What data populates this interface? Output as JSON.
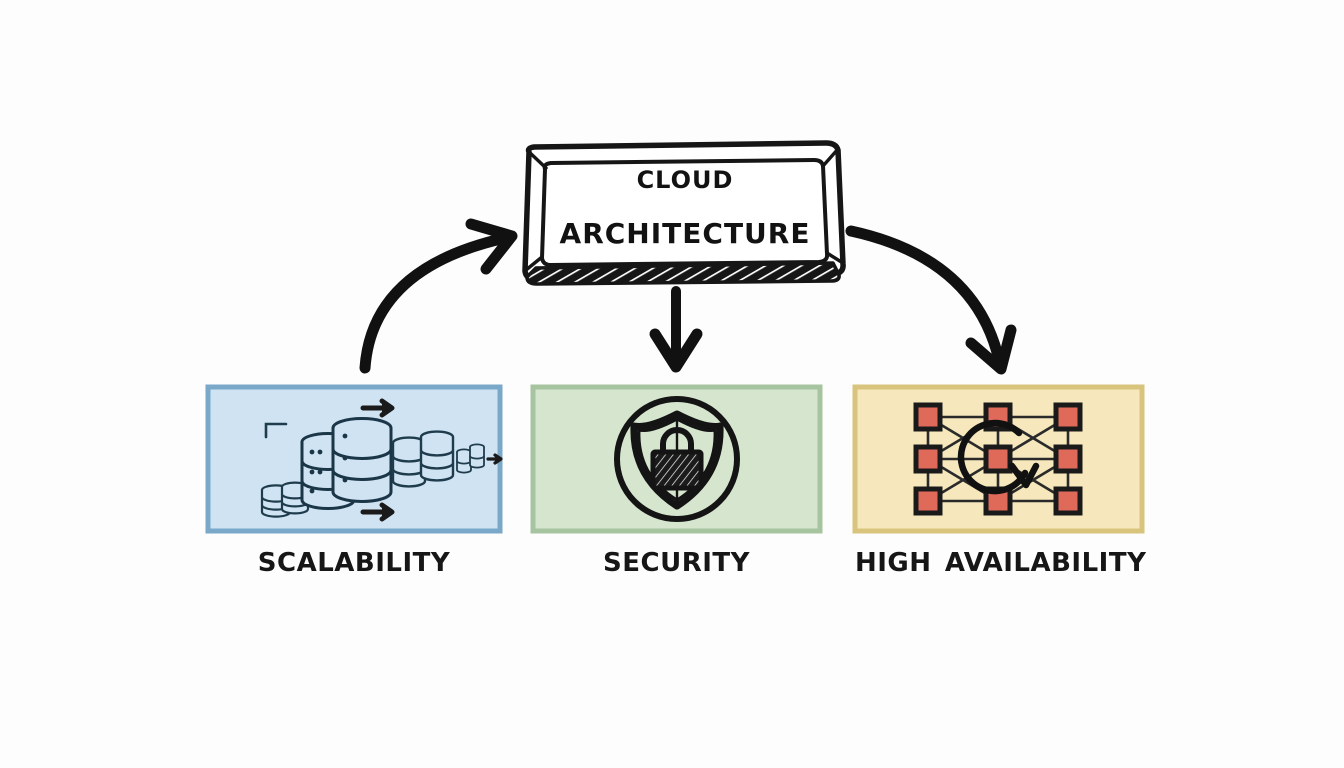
{
  "diagram": {
    "title": "Cloud Architecture concept diagram",
    "background_color": "#fdfdfd",
    "ink_color": "#161616",
    "center_node": {
      "name": "cloud-architecture-box",
      "title_line_1": "Cloud",
      "title_line_2": "Architecture",
      "style": "hand-drawn double-stroke rounded rectangle with hatched bottom shading"
    },
    "connectors": [
      {
        "name": "arrow-to-scalability",
        "from": "cloud-architecture-box",
        "to": "scalability",
        "shape": "curved",
        "direction": "up-right",
        "note": "curve rises from lower-left into the box"
      },
      {
        "name": "arrow-to-security",
        "from": "cloud-architecture-box",
        "to": "security",
        "shape": "straight",
        "direction": "down"
      },
      {
        "name": "arrow-to-high-availability",
        "from": "cloud-architecture-box",
        "to": "high-availability",
        "shape": "curved",
        "direction": "down-right"
      }
    ],
    "panels": [
      {
        "id": "scalability",
        "label": "Scalability",
        "fill_color": "#cfe3f3",
        "border_color": "#7aa8c9",
        "icon": "database-stack-icon",
        "icon_description": "stacked database cylinders of decreasing size with horizontal scale-out arrows and a corner bracket"
      },
      {
        "id": "security",
        "label": "Security",
        "fill_color": "#d5e5ce",
        "border_color": "#a7c4a0",
        "icon": "shield-lock-icon",
        "icon_description": "circle enclosing a shield with a padlock at its center"
      },
      {
        "id": "high-availability",
        "label": "High Availability",
        "fill_color": "#f6e8bc",
        "border_color": "#d9c47e",
        "icon": "network-mesh-icon",
        "icon_description": "three by three mesh of red server nodes linked by lines with a circular refresh arrow around the central node",
        "node_color": "#e06a5a"
      }
    ]
  }
}
